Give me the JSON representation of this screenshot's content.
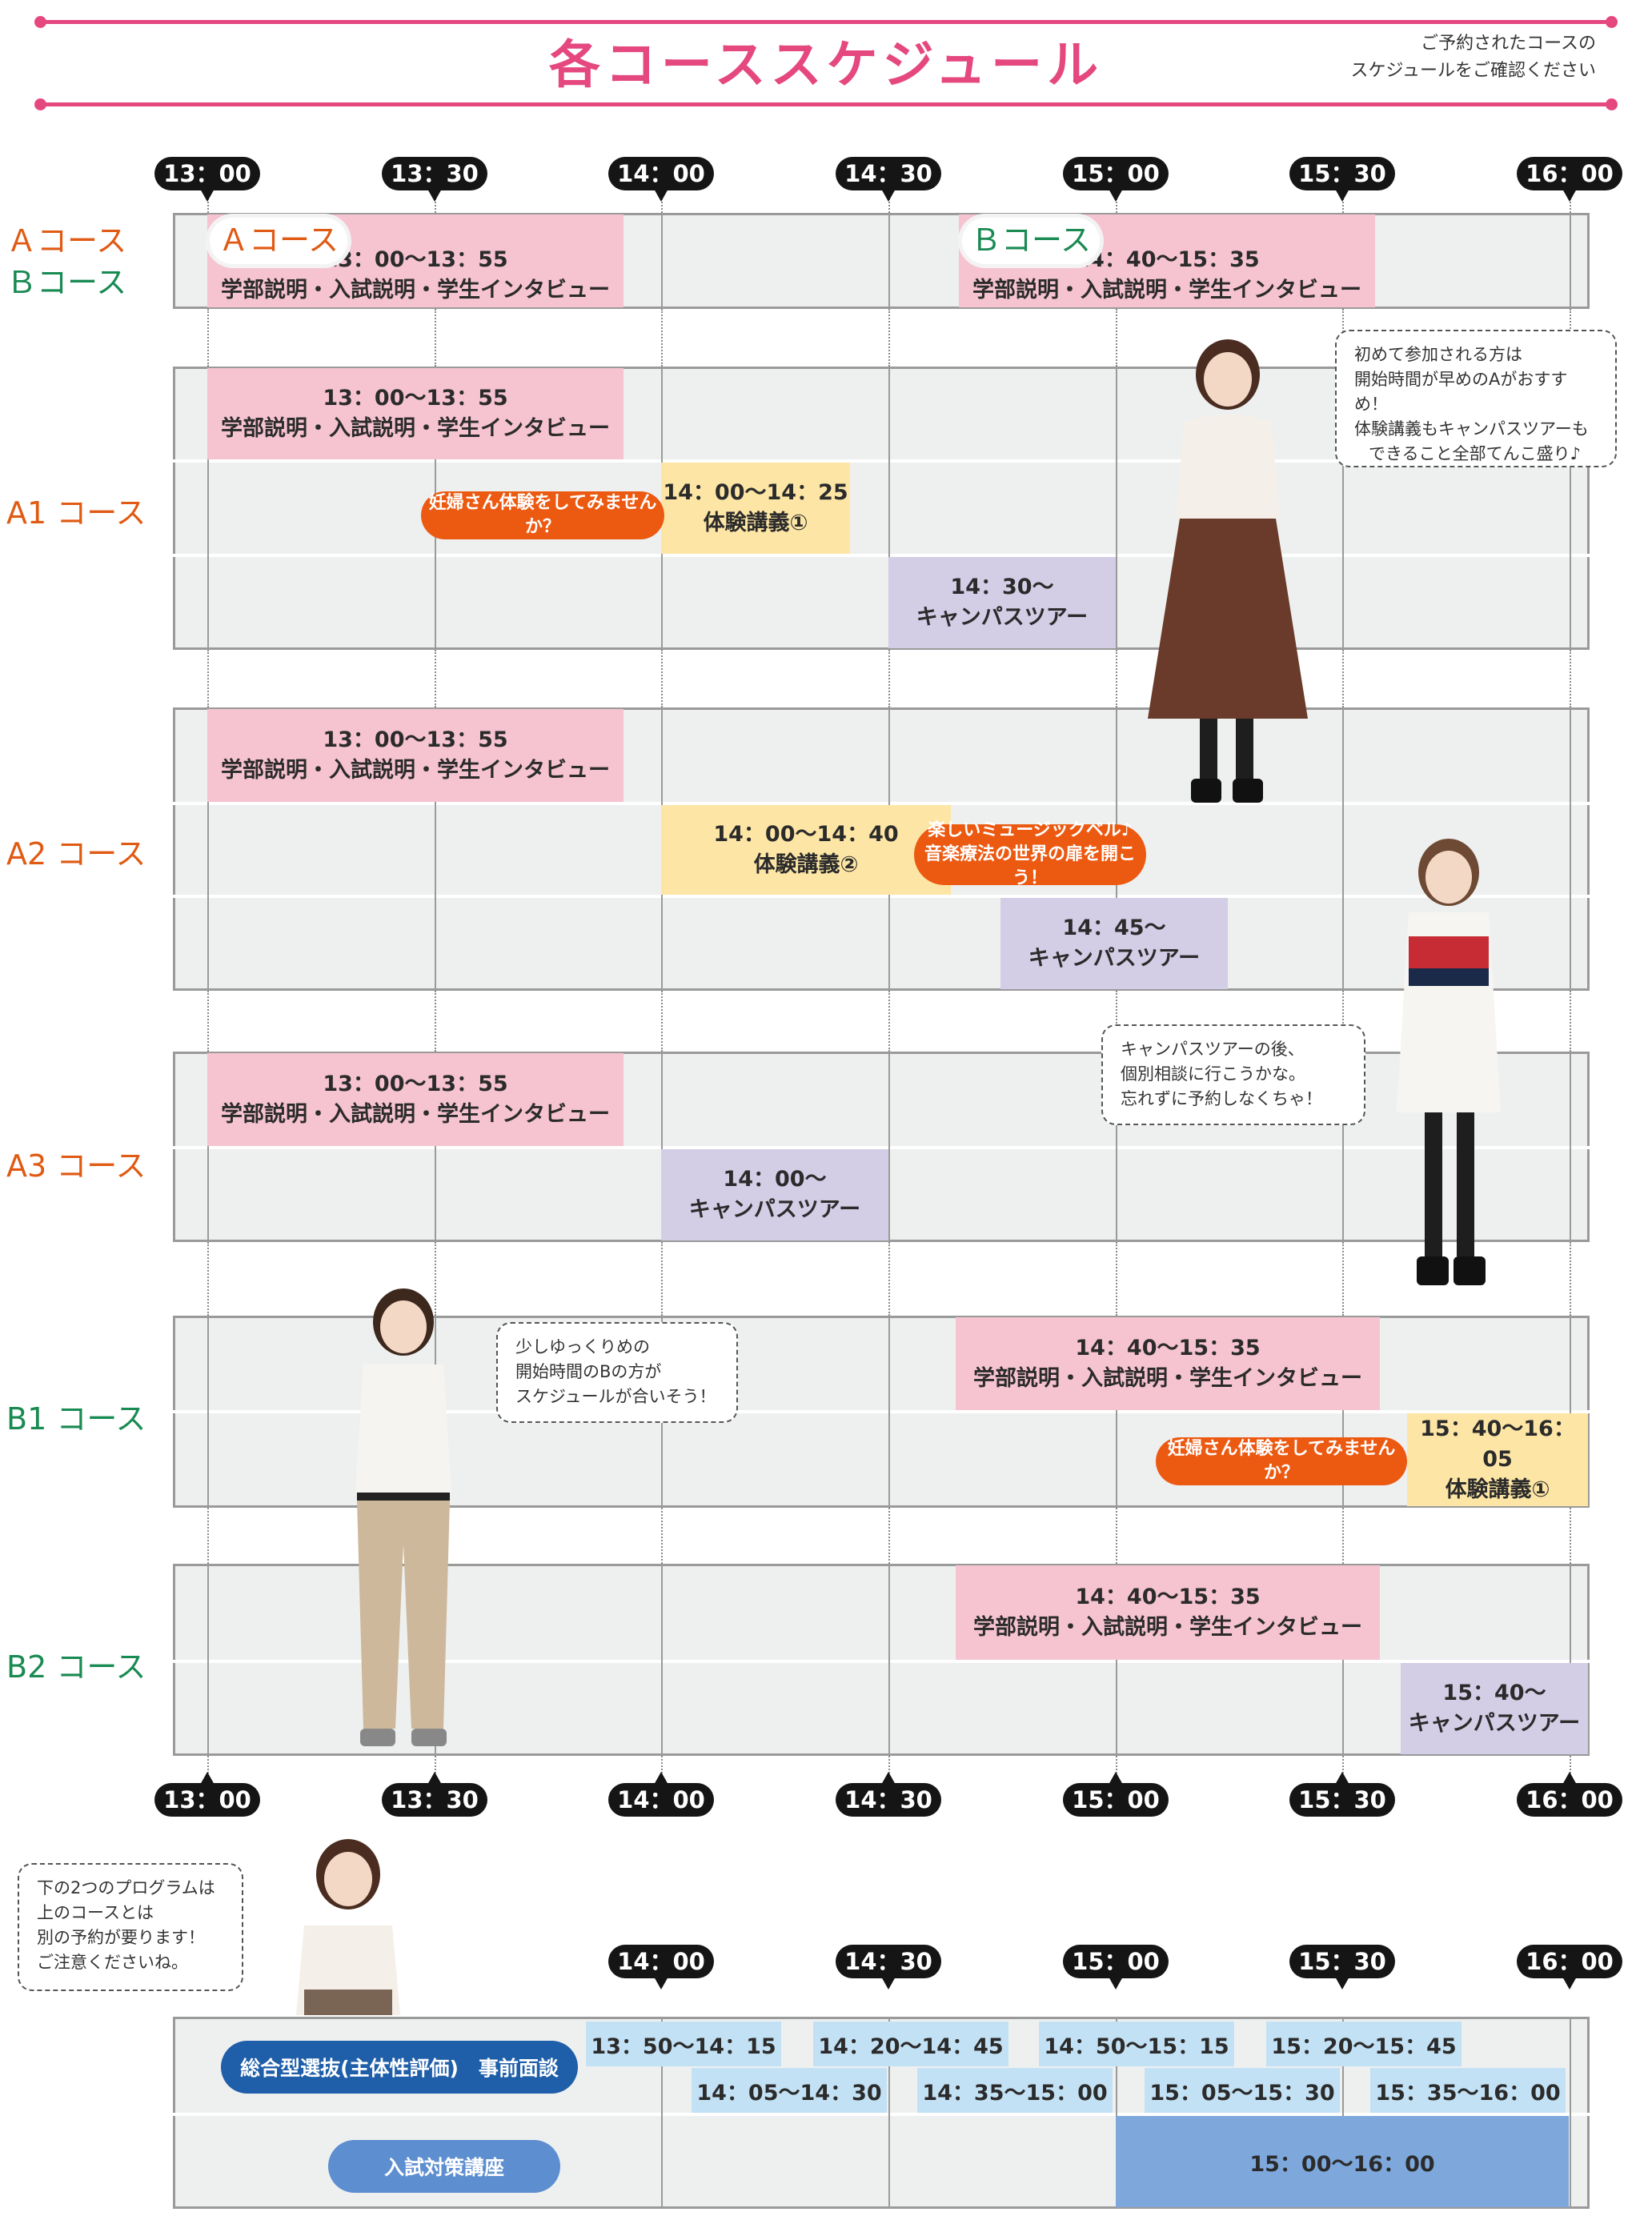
{
  "header": {
    "title": "各コーススケジュール",
    "note_line1": "ご予約されたコースの",
    "note_line2": "スケジュールをご確認ください"
  },
  "times": [
    "13：00",
    "13：30",
    "14：00",
    "14：30",
    "15：00",
    "15：30",
    "16：00"
  ],
  "labels": {
    "a": "Ａコース",
    "b": "Ｂコース",
    "a1": "A1 コース",
    "a2": "A2 コース",
    "a3": "A3 コース",
    "b1": "B1 コース",
    "b2": "B2 コース"
  },
  "ab": {
    "a_tag": "Ａコース",
    "a_time": "13：00〜13：55",
    "a_desc": "学部説明・入試説明・学生インタビュー",
    "b_tag": "Ｂコース",
    "b_time": "14：40〜15：35",
    "b_desc": "学部説明・入試説明・学生インタビュー"
  },
  "a1": {
    "r1_time": "13：00〜13：55",
    "r1_desc": "学部説明・入試説明・学生インタビュー",
    "r2_time": "14：00〜14：25",
    "r2_desc": "体験講義①",
    "r2_callout": "妊婦さん体験をしてみませんか？",
    "r3_time": "14：30〜",
    "r3_desc": "キャンパスツアー"
  },
  "a2": {
    "r1_time": "13：00〜13：55",
    "r1_desc": "学部説明・入試説明・学生インタビュー",
    "r2_time": "14：00〜14：40",
    "r2_desc": "体験講義②",
    "r2_callout1": "楽しいミュージックベル♪",
    "r2_callout2": "音楽療法の世界の扉を開こう！",
    "r3_time": "14：45〜",
    "r3_desc": "キャンパスツアー"
  },
  "a3": {
    "r1_time": "13：00〜13：55",
    "r1_desc": "学部説明・入試説明・学生インタビュー",
    "r2_time": "14：00〜",
    "r2_desc": "キャンパスツアー"
  },
  "b1": {
    "r1_time": "14：40〜15：35",
    "r1_desc": "学部説明・入試説明・学生インタビュー",
    "r2_time": "15：40〜16：05",
    "r2_desc": "体験講義①",
    "r2_callout": "妊婦さん体験をしてみませんか？"
  },
  "b2": {
    "r1_time": "14：40〜15：35",
    "r1_desc": "学部説明・入試説明・学生インタビュー",
    "r2_time": "15：40〜",
    "r2_desc": "キャンパスツアー"
  },
  "bubbles": {
    "s1": [
      "初めて参加される方は",
      "開始時間が早めのAがおすすめ！",
      "体験講義もキャンパスツアーも",
      "できること全部てんこ盛り♪"
    ],
    "s2": [
      "キャンパスツアーの後、",
      "個別相談に行こうかな。",
      "忘れずに予約しなくちゃ！"
    ],
    "s3": [
      "少しゆっくりめの",
      "開始時間のBの方が",
      "スケジュールが合いそう！"
    ],
    "s4": [
      "下の2つのプログラムは",
      "上のコースとは",
      "別の予約が要ります！",
      "ご注意くださいね。"
    ]
  },
  "bottom": {
    "times": [
      "14：00",
      "14：30",
      "15：00",
      "15：30",
      "16：00"
    ],
    "p1": "総合型選抜(主体性評価)　事前面談",
    "p2": "入試対策講座",
    "slots_top": [
      "13：50〜14：15",
      "14：20〜14：45",
      "14：50〜15：15",
      "15：20〜15：45"
    ],
    "slots_bottom": [
      "14：05〜14：30",
      "14：35〜15：00",
      "15：05〜15：30",
      "15：35〜16：00"
    ],
    "lecture": "15：00〜16：00"
  },
  "colors": {
    "accent": "#e5477f",
    "orange": "#e05a13",
    "green": "#1a8a53",
    "pink": "#f6c3d1",
    "yellow": "#fde6a5",
    "purple": "#d3cde6",
    "lightblue": "#c3e1f4",
    "blue": "#7ea8dc",
    "dark_blue": "#1f5ea8"
  }
}
